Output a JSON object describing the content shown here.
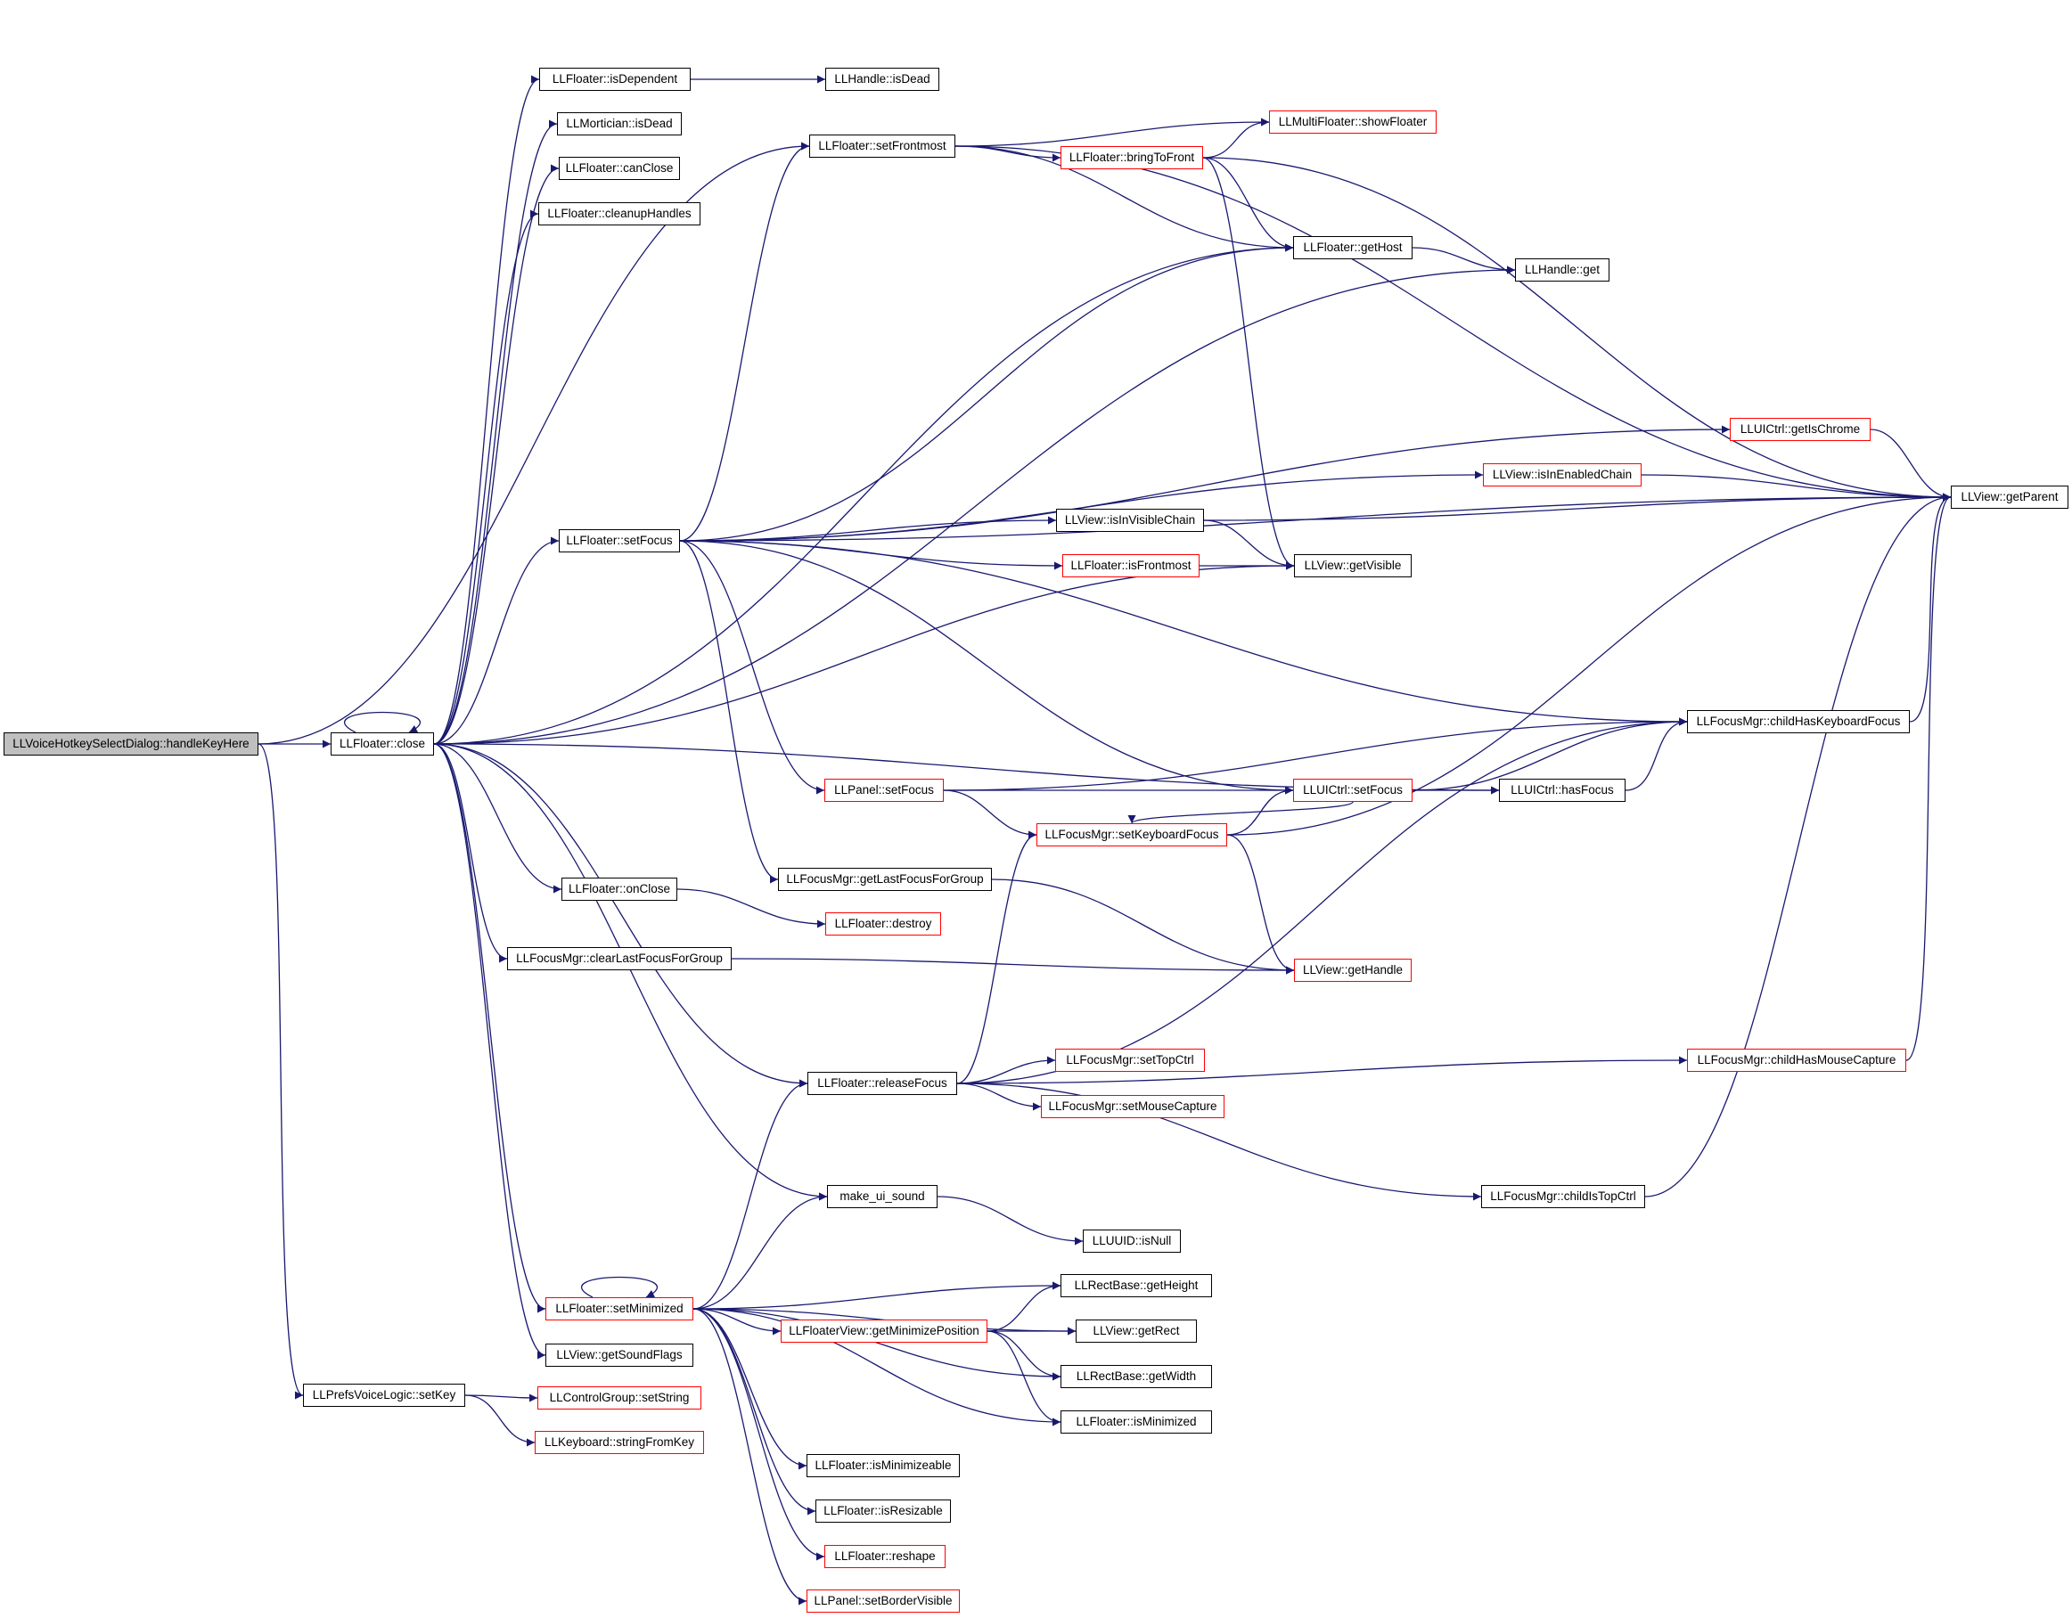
{
  "graph": {
    "title": "",
    "colors": {
      "edge": "#191970",
      "node_border": "#000000",
      "incomplete_border": "#ff0000",
      "root_fill": "#bfbfbf"
    },
    "nodes": [
      {
        "id": "root",
        "label": "LLVoiceHotkeySelectDialog::handleKeyHere",
        "style": "root"
      },
      {
        "id": "close",
        "label": "LLFloater::close",
        "style": "normal"
      },
      {
        "id": "setKey",
        "label": "LLPrefsVoiceLogic::setKey",
        "style": "normal"
      },
      {
        "id": "isDependent",
        "label": "LLFloater::isDependent",
        "style": "normal"
      },
      {
        "id": "morticianIsDead",
        "label": "LLMortician::isDead",
        "style": "normal"
      },
      {
        "id": "canClose",
        "label": "LLFloater::canClose",
        "style": "normal"
      },
      {
        "id": "cleanupHandles",
        "label": "LLFloater::cleanupHandles",
        "style": "normal"
      },
      {
        "id": "floaterSetFocus",
        "label": "LLFloater::setFocus",
        "style": "normal"
      },
      {
        "id": "onClose",
        "label": "LLFloater::onClose",
        "style": "normal"
      },
      {
        "id": "clearLastFocus",
        "label": "LLFocusMgr::clearLastFocusForGroup",
        "style": "normal"
      },
      {
        "id": "setMinimized",
        "label": "LLFloater::setMinimized",
        "style": "red"
      },
      {
        "id": "getSoundFlags",
        "label": "LLView::getSoundFlags",
        "style": "normal"
      },
      {
        "id": "setString",
        "label": "LLControlGroup::setString",
        "style": "red"
      },
      {
        "id": "stringFromKey",
        "label": "LLKeyboard::stringFromKey",
        "style": "red"
      },
      {
        "id": "handleIsDead",
        "label": "LLHandle::isDead",
        "style": "normal"
      },
      {
        "id": "setFrontmost",
        "label": "LLFloater::setFrontmost",
        "style": "normal"
      },
      {
        "id": "panelSetFocus",
        "label": "LLPanel::setFocus",
        "style": "red"
      },
      {
        "id": "getLastFocus",
        "label": "LLFocusMgr::getLastFocusForGroup",
        "style": "normal"
      },
      {
        "id": "destroy",
        "label": "LLFloater::destroy",
        "style": "red"
      },
      {
        "id": "releaseFocus",
        "label": "LLFloater::releaseFocus",
        "style": "normal"
      },
      {
        "id": "makeUiSound",
        "label": "make_ui_sound",
        "style": "normal"
      },
      {
        "id": "getMinimizePos",
        "label": "LLFloaterView::getMinimizePosition",
        "style": "red"
      },
      {
        "id": "isMinimizeable",
        "label": "LLFloater::isMinimizeable",
        "style": "normal"
      },
      {
        "id": "isResizable",
        "label": "LLFloater::isResizable",
        "style": "normal"
      },
      {
        "id": "reshape",
        "label": "LLFloater::reshape",
        "style": "red"
      },
      {
        "id": "setBorderVisible",
        "label": "LLPanel::setBorderVisible",
        "style": "red"
      },
      {
        "id": "showFloater",
        "label": "LLMultiFloater::showFloater",
        "style": "red"
      },
      {
        "id": "bringToFront",
        "label": "LLFloater::bringToFront",
        "style": "red"
      },
      {
        "id": "isInVisibleChain",
        "label": "LLView::isInVisibleChain",
        "style": "normal"
      },
      {
        "id": "isFrontmost",
        "label": "LLFloater::isFrontmost",
        "style": "red"
      },
      {
        "id": "setKeyboardFocus",
        "label": "LLFocusMgr::setKeyboardFocus",
        "style": "red"
      },
      {
        "id": "setTopCtrl",
        "label": "LLFocusMgr::setTopCtrl",
        "style": "red"
      },
      {
        "id": "setMouseCapture",
        "label": "LLFocusMgr::setMouseCapture",
        "style": "red"
      },
      {
        "id": "uuidIsNull",
        "label": "LLUUID::isNull",
        "style": "normal"
      },
      {
        "id": "getHeight",
        "label": "LLRectBase::getHeight",
        "style": "normal"
      },
      {
        "id": "getRect",
        "label": "LLView::getRect",
        "style": "normal"
      },
      {
        "id": "getWidth",
        "label": "LLRectBase::getWidth",
        "style": "normal"
      },
      {
        "id": "isMinimized",
        "label": "LLFloater::isMinimized",
        "style": "normal"
      },
      {
        "id": "getHost",
        "label": "LLFloater::getHost",
        "style": "normal"
      },
      {
        "id": "getVisible",
        "label": "LLView::getVisible",
        "style": "normal"
      },
      {
        "id": "uiSetFocus",
        "label": "LLUICtrl::setFocus",
        "style": "red"
      },
      {
        "id": "getHandle",
        "label": "LLView::getHandle",
        "style": "red"
      },
      {
        "id": "isInEnabledChain",
        "label": "LLView::isInEnabledChain",
        "style": "red"
      },
      {
        "id": "handleGet",
        "label": "LLHandle::get",
        "style": "normal"
      },
      {
        "id": "getIsChrome",
        "label": "LLUICtrl::getIsChrome",
        "style": "red"
      },
      {
        "id": "hasFocus",
        "label": "LLUICtrl::hasFocus",
        "style": "normal"
      },
      {
        "id": "childIsTopCtrl",
        "label": "LLFocusMgr::childIsTopCtrl",
        "style": "normal"
      },
      {
        "id": "childHasKeyboardFocus",
        "label": "LLFocusMgr::childHasKeyboardFocus",
        "style": "normal"
      },
      {
        "id": "childHasMouseCapture",
        "label": "LLFocusMgr::childHasMouseCapture",
        "style": "red"
      },
      {
        "id": "getParent",
        "label": "LLView::getParent",
        "style": "normal"
      }
    ],
    "edges": [
      [
        "root",
        "close"
      ],
      [
        "root",
        "setKey"
      ],
      [
        "root",
        "setFrontmost"
      ],
      [
        "close",
        "close"
      ],
      [
        "close",
        "isDependent"
      ],
      [
        "close",
        "morticianIsDead"
      ],
      [
        "close",
        "canClose"
      ],
      [
        "close",
        "cleanupHandles"
      ],
      [
        "close",
        "getHost"
      ],
      [
        "close",
        "handleGet"
      ],
      [
        "close",
        "floaterSetFocus"
      ],
      [
        "close",
        "getVisible"
      ],
      [
        "close",
        "hasFocus"
      ],
      [
        "close",
        "onClose"
      ],
      [
        "close",
        "clearLastFocus"
      ],
      [
        "close",
        "releaseFocus"
      ],
      [
        "close",
        "makeUiSound"
      ],
      [
        "close",
        "setMinimized"
      ],
      [
        "close",
        "getSoundFlags"
      ],
      [
        "setKey",
        "setString"
      ],
      [
        "setKey",
        "stringFromKey"
      ],
      [
        "isDependent",
        "handleIsDead"
      ],
      [
        "setFrontmost",
        "getParent"
      ],
      [
        "setFrontmost",
        "showFloater"
      ],
      [
        "setFrontmost",
        "bringToFront"
      ],
      [
        "setFrontmost",
        "getHost"
      ],
      [
        "bringToFront",
        "showFloater"
      ],
      [
        "bringToFront",
        "getHost"
      ],
      [
        "bringToFront",
        "getParent"
      ],
      [
        "bringToFront",
        "getVisible"
      ],
      [
        "getHost",
        "handleGet"
      ],
      [
        "floaterSetFocus",
        "setFrontmost"
      ],
      [
        "floaterSetFocus",
        "getHost"
      ],
      [
        "floaterSetFocus",
        "getParent"
      ],
      [
        "floaterSetFocus",
        "getIsChrome"
      ],
      [
        "floaterSetFocus",
        "isInEnabledChain"
      ],
      [
        "floaterSetFocus",
        "isInVisibleChain"
      ],
      [
        "floaterSetFocus",
        "isFrontmost"
      ],
      [
        "floaterSetFocus",
        "childHasKeyboardFocus"
      ],
      [
        "floaterSetFocus",
        "uiSetFocus"
      ],
      [
        "floaterSetFocus",
        "panelSetFocus"
      ],
      [
        "floaterSetFocus",
        "getLastFocus"
      ],
      [
        "isInEnabledChain",
        "getParent"
      ],
      [
        "getIsChrome",
        "getParent"
      ],
      [
        "isInVisibleChain",
        "getParent"
      ],
      [
        "isInVisibleChain",
        "getVisible"
      ],
      [
        "isFrontmost",
        "getVisible"
      ],
      [
        "panelSetFocus",
        "uiSetFocus"
      ],
      [
        "panelSetFocus",
        "childHasKeyboardFocus"
      ],
      [
        "panelSetFocus",
        "setKeyboardFocus"
      ],
      [
        "uiSetFocus",
        "hasFocus"
      ],
      [
        "uiSetFocus",
        "childHasKeyboardFocus"
      ],
      [
        "uiSetFocus",
        "setKeyboardFocus"
      ],
      [
        "setKeyboardFocus",
        "uiSetFocus"
      ],
      [
        "setKeyboardFocus",
        "getHandle"
      ],
      [
        "setKeyboardFocus",
        "getParent"
      ],
      [
        "hasFocus",
        "childHasKeyboardFocus"
      ],
      [
        "childHasKeyboardFocus",
        "getParent"
      ],
      [
        "getLastFocus",
        "getHandle"
      ],
      [
        "onClose",
        "destroy"
      ],
      [
        "clearLastFocus",
        "getHandle"
      ],
      [
        "releaseFocus",
        "setKeyboardFocus"
      ],
      [
        "releaseFocus",
        "childHasKeyboardFocus"
      ],
      [
        "releaseFocus",
        "setTopCtrl"
      ],
      [
        "releaseFocus",
        "setMouseCapture"
      ],
      [
        "releaseFocus",
        "childHasMouseCapture"
      ],
      [
        "releaseFocus",
        "childIsTopCtrl"
      ],
      [
        "childHasMouseCapture",
        "getParent"
      ],
      [
        "childIsTopCtrl",
        "getParent"
      ],
      [
        "makeUiSound",
        "uuidIsNull"
      ],
      [
        "setMinimized",
        "setMinimized"
      ],
      [
        "setMinimized",
        "releaseFocus"
      ],
      [
        "setMinimized",
        "makeUiSound"
      ],
      [
        "setMinimized",
        "getHeight"
      ],
      [
        "setMinimized",
        "getRect"
      ],
      [
        "setMinimized",
        "getMinimizePos"
      ],
      [
        "setMinimized",
        "getWidth"
      ],
      [
        "setMinimized",
        "isMinimized"
      ],
      [
        "setMinimized",
        "isMinimizeable"
      ],
      [
        "setMinimized",
        "isResizable"
      ],
      [
        "setMinimized",
        "reshape"
      ],
      [
        "setMinimized",
        "setBorderVisible"
      ],
      [
        "getMinimizePos",
        "getHeight"
      ],
      [
        "getMinimizePos",
        "getRect"
      ],
      [
        "getMinimizePos",
        "getWidth"
      ],
      [
        "getMinimizePos",
        "isMinimized"
      ]
    ]
  }
}
